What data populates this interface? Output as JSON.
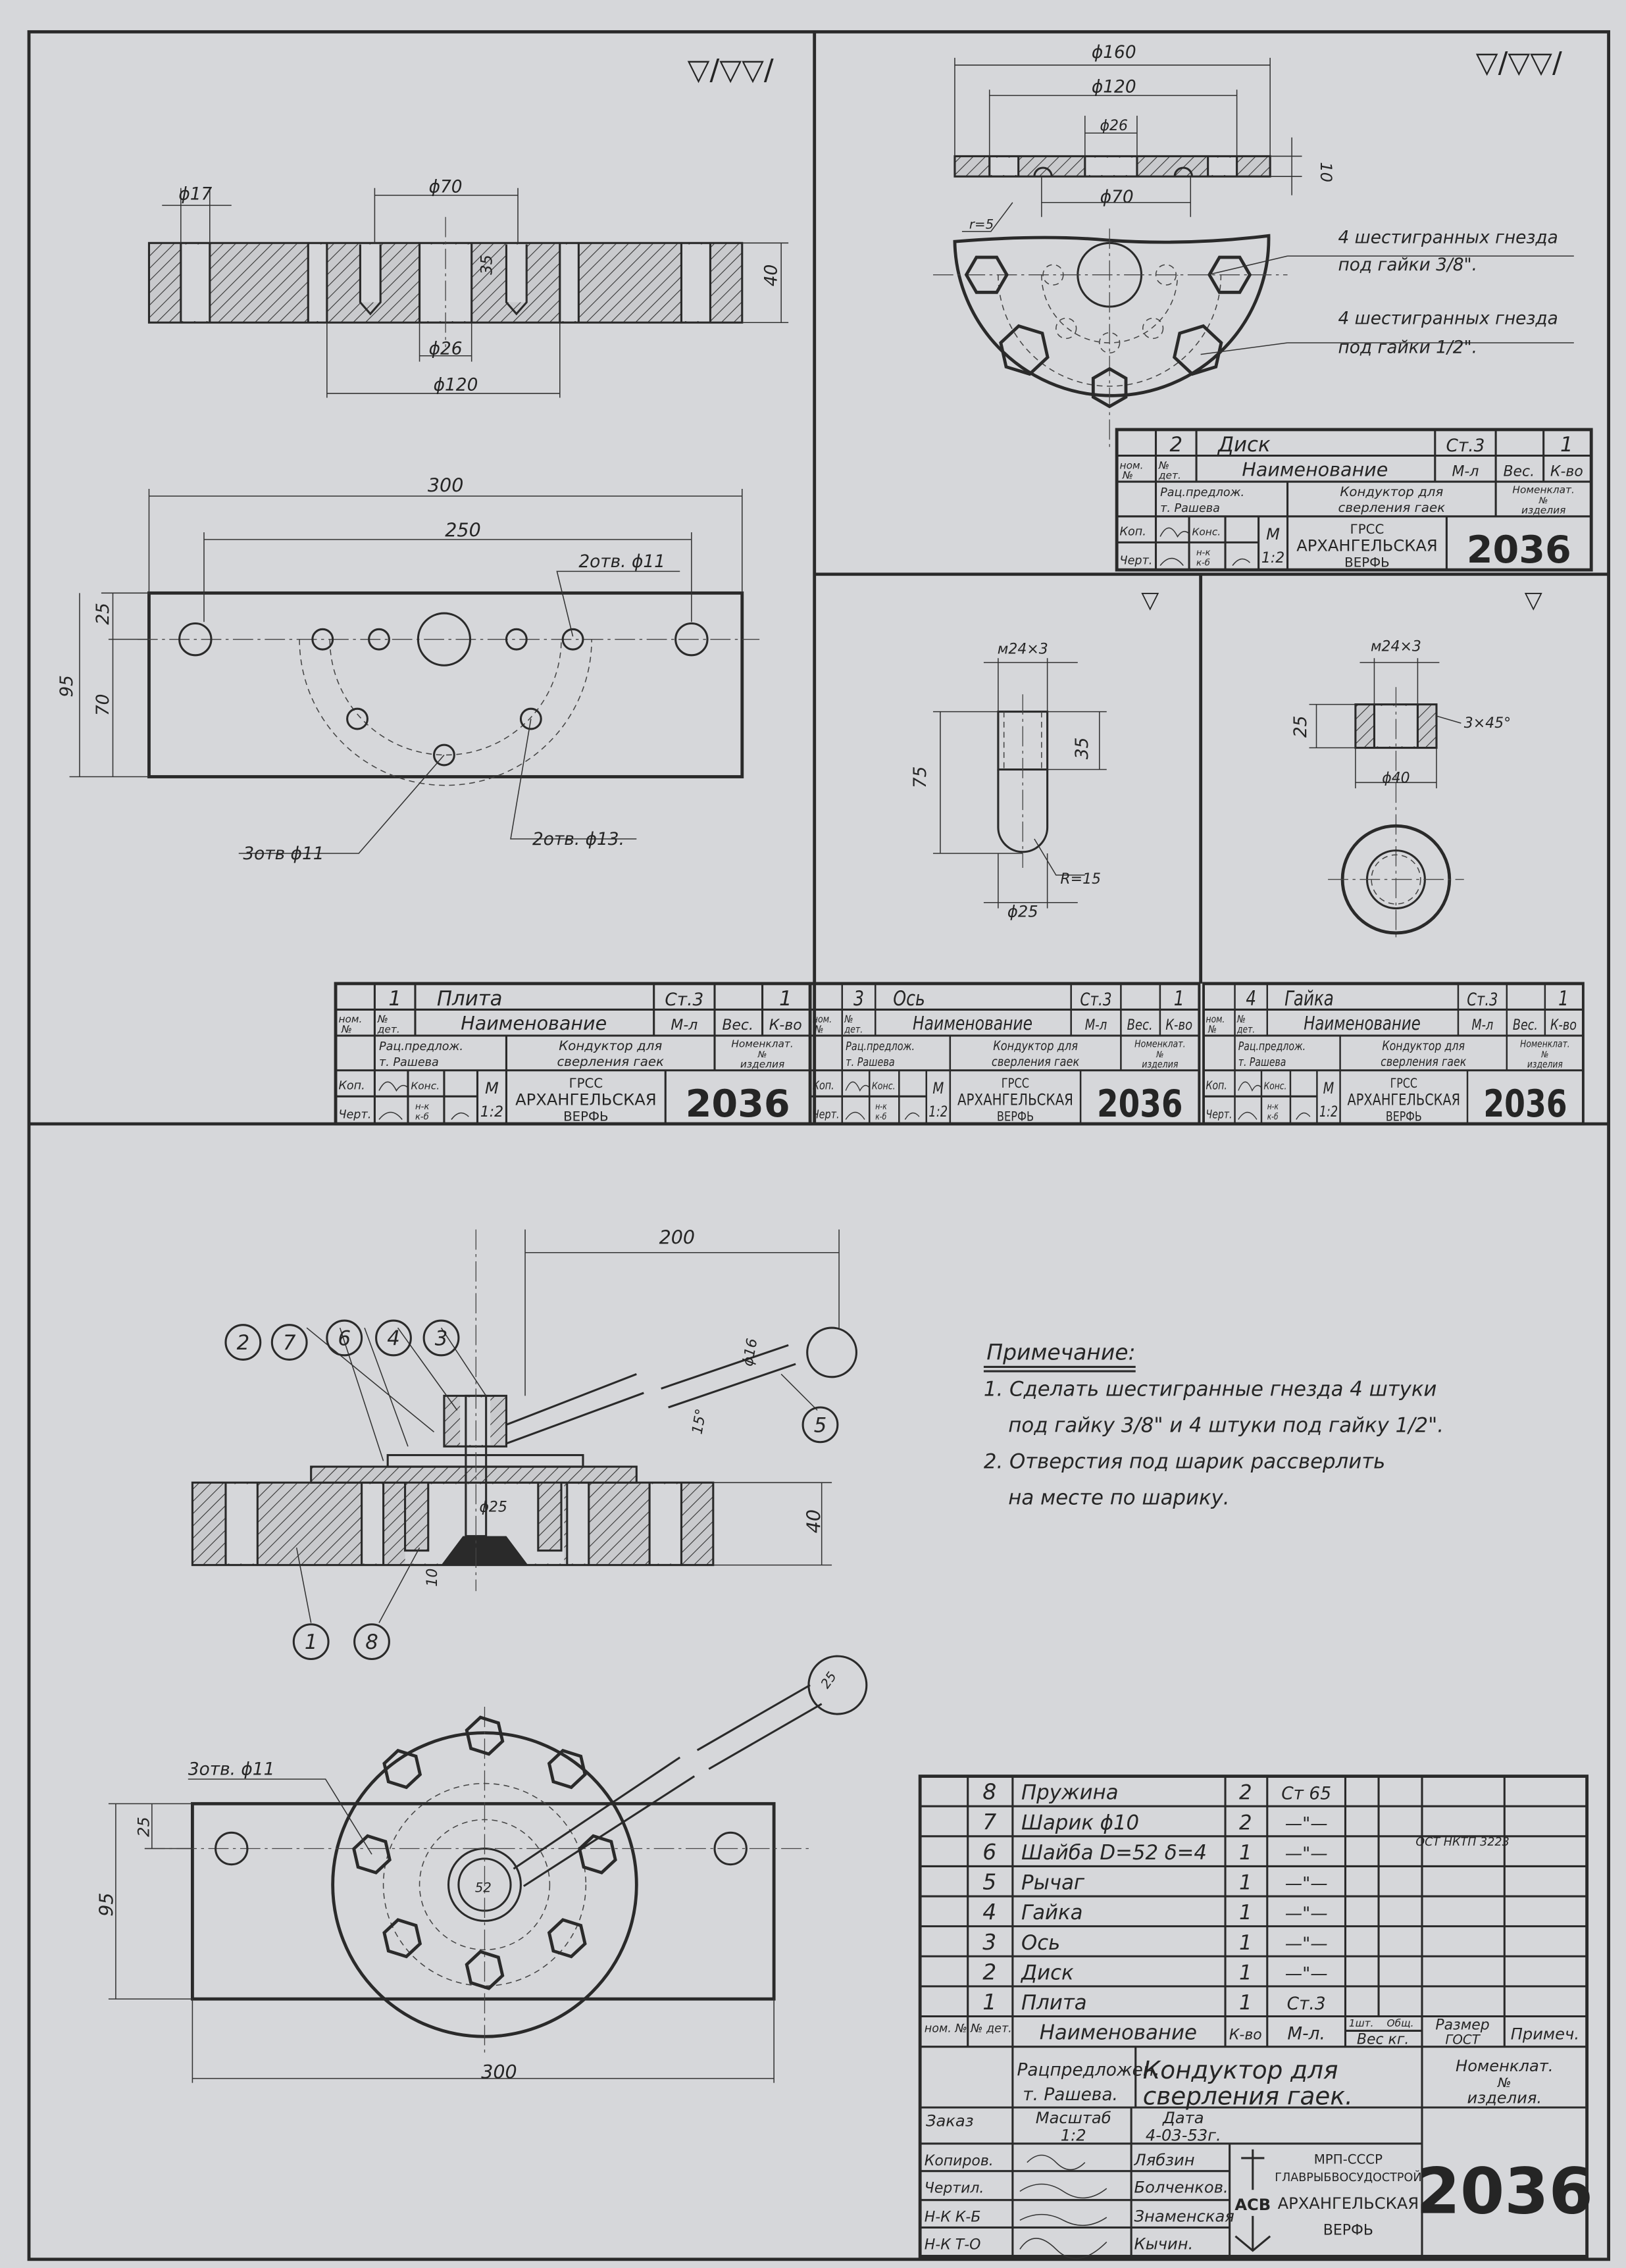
{
  "sheet": {
    "number": "2036",
    "paper_color": "#d6d7da",
    "ink_color": "#2a2a2a"
  },
  "roughness": {
    "general": "▽/▽▽/",
    "single": "▽"
  },
  "plate_detail": {
    "dims": {
      "d17": "ϕ17",
      "d70": "ϕ70",
      "h35": "35",
      "h40": "40",
      "d26": "ϕ26",
      "d120": "ϕ120",
      "l300": "300",
      "l250": "250",
      "h25": "25",
      "h70": "70",
      "h95": "95"
    },
    "callouts": {
      "two_holes_11": "2отв. ϕ11",
      "three_holes_11": "3отв ϕ11",
      "two_holes_13": "2отв. ϕ13."
    }
  },
  "disk_detail": {
    "dims": {
      "d160": "ϕ160",
      "d120": "ϕ120",
      "d26": "ϕ26",
      "d70": "ϕ70",
      "t10": "10",
      "r5": "r=5"
    },
    "notes": [
      "4 шестигранных гнезда",
      "под гайки 3/8\".",
      "4 шестигранных гнезда",
      "под гайки 1/2\"."
    ]
  },
  "axle_detail": {
    "thread": "м24×3",
    "l75": "75",
    "l35": "35",
    "d25": "ϕ25",
    "r15": "R=15"
  },
  "nut_detail": {
    "thread": "м24×3",
    "h25": "25",
    "chamfer": "3×45°",
    "d40": "ϕ40"
  },
  "assembly": {
    "dims": {
      "l200": "200",
      "h40": "40",
      "d25": "ϕ25",
      "h10": "10",
      "a15": "15°",
      "d16": "ϕ16",
      "l300": "300",
      "h95": "95",
      "h25": "25",
      "d52": "52",
      "ball25": "25"
    },
    "balloons": [
      "2",
      "7",
      "6",
      "4",
      "3",
      "5",
      "1",
      "8"
    ],
    "callout": "3отв. ϕ11"
  },
  "notes": {
    "title": "Примечание:",
    "lines": [
      "1. Сделать шестигранные гнезда 4 штуки",
      "под гайку 3/8\" и 4 штуки под гайку 1/2\".",
      "2. Отверстия под шарик рассверлить",
      "на месте по шарику."
    ]
  },
  "part_blocks": [
    {
      "part_no": "2",
      "name": "Диск",
      "material": "Ст.3",
      "weight": "",
      "qty": "1"
    },
    {
      "part_no": "1",
      "name": "Плита",
      "material": "Ст.3",
      "weight": "",
      "qty": "1"
    },
    {
      "part_no": "3",
      "name": "Ось",
      "material": "Ст.3",
      "weight": "",
      "qty": "1"
    },
    {
      "part_no": "4",
      "name": "Гайка",
      "material": "Ст.3",
      "weight": "",
      "qty": "1"
    }
  ],
  "block_labels": {
    "nom": "ном.",
    "nom2": "№",
    "det": "№",
    "det2": "дет.",
    "name": "Наименование",
    "material": "М-л",
    "weight": "Вес.",
    "qty": "К-во",
    "rats": "Рац.предлож.",
    "author": "т. Рашева",
    "product": "Кондуктор для",
    "product2": "сверления гаек",
    "nomen": "Номенклат.",
    "nomen2": "№",
    "nomen3": "изделия",
    "kop": "Коп.",
    "kons": "Конс.",
    "chert": "Черт.",
    "nk": "н-к",
    "nk2": "к-б",
    "m": "М",
    "scale": "1:2",
    "org1": "ГРСС",
    "org2": "АРХАНГЕЛЬСКАЯ",
    "org3": "ВЕРФЬ",
    "sheet": "2036"
  },
  "bom": {
    "rows": [
      {
        "no": "8",
        "name": "Пружина",
        "qty": "2",
        "material": "Ст 65",
        "standard": ""
      },
      {
        "no": "7",
        "name": "Шарик ϕ10",
        "qty": "2",
        "material": "—\"—",
        "standard": ""
      },
      {
        "no": "6",
        "name": "Шайба D=52 δ=4",
        "qty": "1",
        "material": "—\"—",
        "standard": "ОСТ НКТП 3223"
      },
      {
        "no": "5",
        "name": "Рычаг",
        "qty": "1",
        "material": "—\"—",
        "standard": ""
      },
      {
        "no": "4",
        "name": "Гайка",
        "qty": "1",
        "material": "—\"—",
        "standard": ""
      },
      {
        "no": "3",
        "name": "Ось",
        "qty": "1",
        "material": "—\"—",
        "standard": ""
      },
      {
        "no": "2",
        "name": "Диск",
        "qty": "1",
        "material": "—\"—",
        "standard": ""
      },
      {
        "no": "1",
        "name": "Плита",
        "qty": "1",
        "material": "Ст.3",
        "standard": ""
      }
    ],
    "header": {
      "nom": "ном. №",
      "det": "№ дет.",
      "name": "Наименование",
      "qty": "К-во",
      "material": "М-л.",
      "weight_one": "1шт.",
      "weight_total": "Общ.",
      "weight": "Вес кг.",
      "size": "Размер",
      "gost": "ГОСТ",
      "remarks": "Примеч."
    },
    "title": {
      "rats": "Рацпредложен.",
      "author": "т. Рашева.",
      "product1": "Кондуктор для",
      "product2": "сверления гаек.",
      "nomen1": "Номенклат.",
      "nomen2": "№",
      "nomen3": "изделия.",
      "order": "Заказ",
      "scale_label": "Масштаб",
      "scale": "1:2",
      "date_label": "Дата",
      "date": "4-03-53г.",
      "roles": [
        {
          "role": "Копиров.",
          "name": "Лябзин"
        },
        {
          "role": "Чертил.",
          "name": "Болченков."
        },
        {
          "role": "Н-К К-Б",
          "name": "Знаменская"
        },
        {
          "role": "Н-К Т-О",
          "name": "Кычин."
        }
      ],
      "logo": "АСВ",
      "org1": "МРП-СССР",
      "org2": "ГЛАВРЫБВОСУДОСТРОЙ",
      "org3": "АРХАНГЕЛЬСКАЯ",
      "org4": "ВЕРФЬ",
      "sheet": "2036"
    }
  }
}
